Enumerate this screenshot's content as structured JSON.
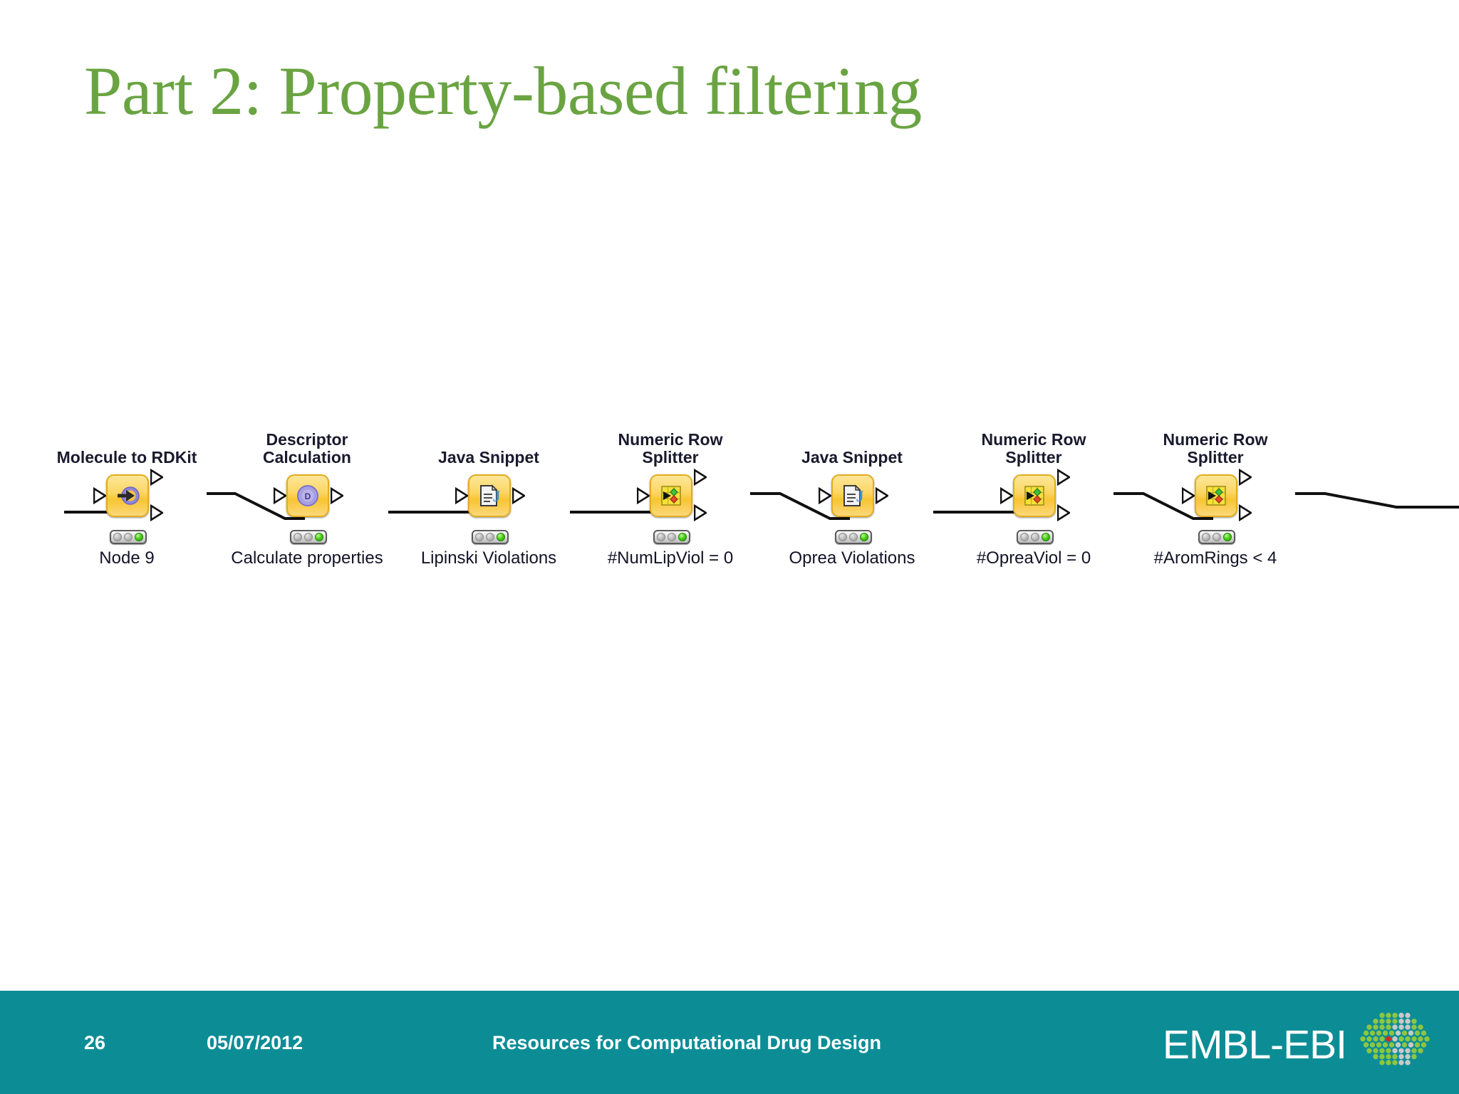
{
  "slide": {
    "title": "Part 2: Property-based filtering",
    "title_color": "#6aa442",
    "background": "#ffffff"
  },
  "workflow": {
    "type": "knime-node-chain",
    "nodes": [
      {
        "title": "Molecule to RDKit",
        "label": "Node 9",
        "icon": "molecule-to-rdkit-icon",
        "outputs": 2,
        "status": [
          "off",
          "off",
          "on"
        ]
      },
      {
        "title": "Descriptor\nCalculation",
        "label": "Calculate properties",
        "icon": "descriptor-calculation-icon",
        "outputs": 1,
        "status": [
          "off",
          "off",
          "on"
        ]
      },
      {
        "title": "Java Snippet",
        "label": "Lipinski Violations",
        "icon": "java-snippet-icon",
        "outputs": 1,
        "status": [
          "off",
          "off",
          "on"
        ]
      },
      {
        "title": "Numeric Row\nSplitter",
        "label": "#NumLipViol = 0",
        "icon": "row-splitter-icon",
        "outputs": 2,
        "status": [
          "off",
          "off",
          "on"
        ]
      },
      {
        "title": "Java Snippet",
        "label": "Oprea Violations",
        "icon": "java-snippet-icon",
        "outputs": 1,
        "status": [
          "off",
          "off",
          "on"
        ]
      },
      {
        "title": "Numeric Row\nSplitter",
        "label": "#OpreaViol = 0",
        "icon": "row-splitter-icon",
        "outputs": 2,
        "status": [
          "off",
          "off",
          "on"
        ]
      },
      {
        "title": "Numeric Row\nSplitter",
        "label": "#AromRings < 4",
        "icon": "row-splitter-icon",
        "outputs": 2,
        "status": [
          "off",
          "off",
          "on"
        ]
      }
    ],
    "colors": {
      "node_fill": "#fcd663",
      "node_border": "#e3ad1f",
      "led_on": "#4fd117",
      "led_off": "#b8b8b8",
      "connector": "#000000"
    }
  },
  "footer": {
    "page_number": "26",
    "date": "05/07/2012",
    "center_text": "Resources for Computational Drug Design",
    "logo_text": "EMBL-EBI",
    "background": "#0c8d96",
    "logo_dot_green": "#8ec63f",
    "logo_dot_grey": "#c9c9c9",
    "logo_dot_red": "#e2231a"
  }
}
